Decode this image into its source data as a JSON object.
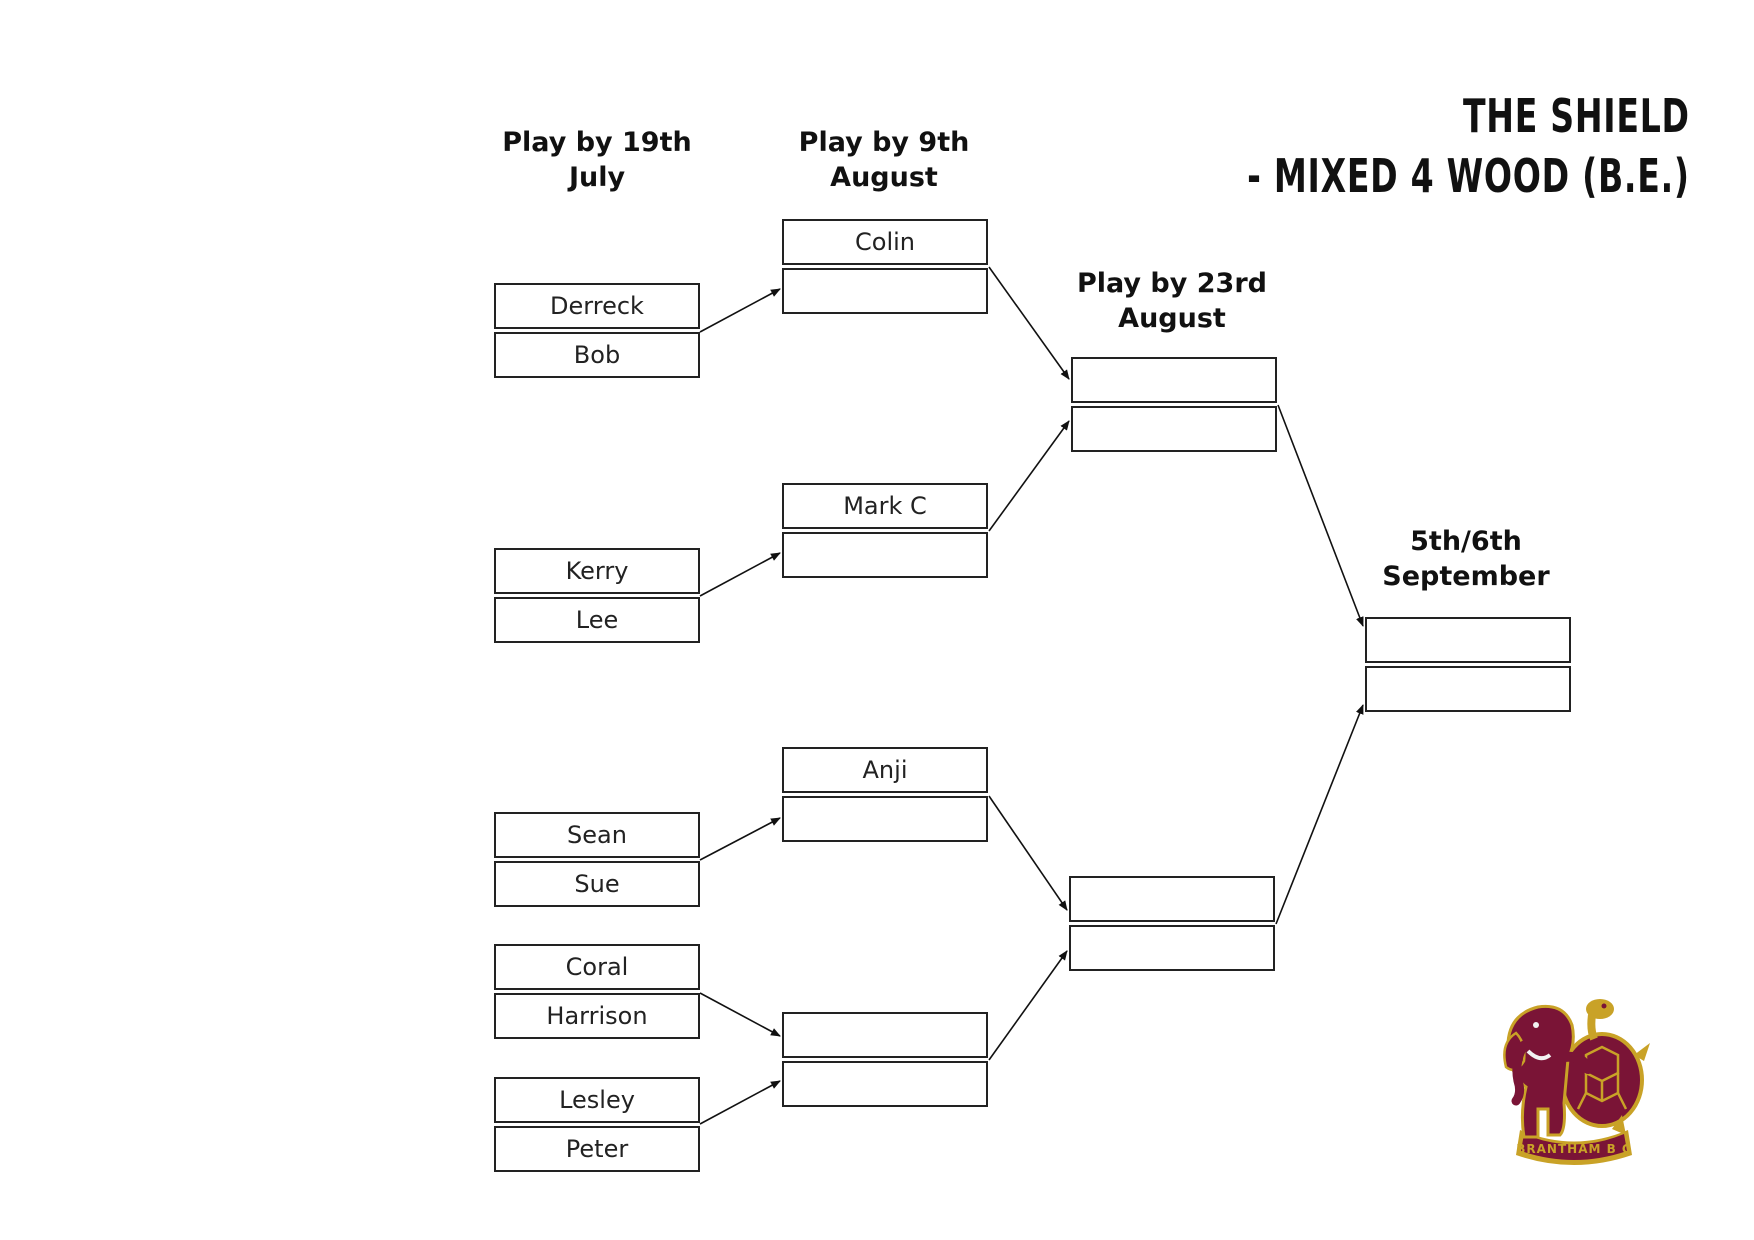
{
  "title": {
    "line1": "THE SHIELD",
    "line2": "- MIXED 4 WOOD (B.E.)"
  },
  "rounds": [
    {
      "heading_line1": "Play by 19th",
      "heading_line2": "July"
    },
    {
      "heading_line1": "Play by 9th",
      "heading_line2": "August"
    },
    {
      "heading_line1": "Play by 23rd",
      "heading_line2": "August"
    },
    {
      "heading_line1": "5th/6th",
      "heading_line2": "September"
    }
  ],
  "round1": [
    "Derreck",
    "Bob",
    "Kerry",
    "Lee",
    "Sean",
    "Sue",
    "Coral",
    "Harrison",
    "Lesley",
    "Peter"
  ],
  "round2": [
    "Colin",
    "",
    "Mark C",
    "",
    "Anji",
    "",
    "",
    ""
  ],
  "round3": [
    "",
    "",
    "",
    ""
  ],
  "final": [
    "",
    ""
  ],
  "logo": {
    "text": "BRANTHAM B C",
    "colors": {
      "body": "#7a1436",
      "border": "#c9a227"
    }
  },
  "colors": {
    "line": "#111111",
    "box_border": "#222222"
  }
}
